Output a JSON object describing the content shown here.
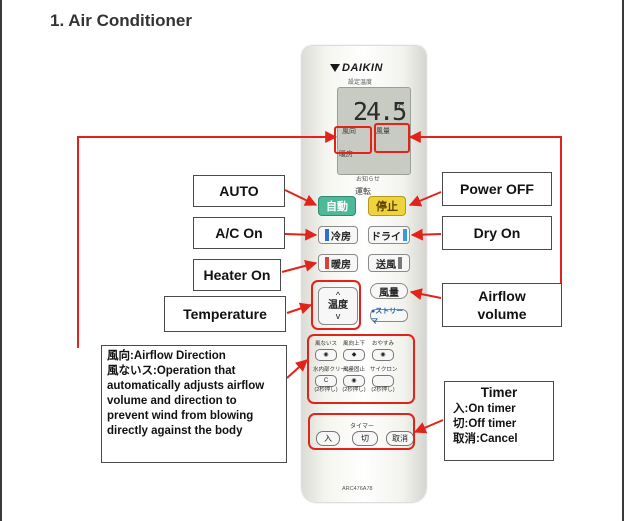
{
  "heading": "1. Air Conditioner",
  "remote": {
    "brand": "DAIKIN",
    "subtitle": "設定温度",
    "temperature": "24.5",
    "unit": "°C",
    "lcd_airflow_dir": "風向",
    "lcd_airflow": "風量",
    "lcd_mode": "暖房",
    "lcd_bottom": "お知らせ",
    "run_label": "運転",
    "btn_auto": "自動",
    "btn_stop": "停止",
    "btn_cool": "冷房",
    "btn_dry": "ドライ",
    "btn_heat": "暖房",
    "btn_fan": "送風",
    "btn_temp": "温度",
    "btn_temp_up": "^",
    "btn_temp_down": "v",
    "btn_airvol": "風量",
    "btn_stream": "●ストリーマ",
    "functions": [
      {
        "label": "風ないス",
        "symbol": "◉",
        "sub": ""
      },
      {
        "label": "風向上下",
        "symbol": "◆",
        "sub": ""
      },
      {
        "label": "おやすみ",
        "symbol": "◉",
        "sub": ""
      },
      {
        "label": "水内部クリーン",
        "symbol": "C",
        "sub": "(2秒押し)"
      },
      {
        "label": "風量固止",
        "symbol": "◉",
        "sub": "(2秒押し)"
      },
      {
        "label": "サイクロン",
        "symbol": "",
        "sub": "(2秒押し)"
      }
    ],
    "timer_caption": "タイマー",
    "timer_on": "入",
    "timer_off": "切",
    "timer_cancel": "取消",
    "model": "ARC476A78"
  },
  "callouts": {
    "auto": "AUTO",
    "ac_on": "A/C On",
    "heater_on": "Heater On",
    "temperature": "Temperature",
    "power_off": "Power OFF",
    "dry_on": "Dry On",
    "airflow_line1": "Airflow",
    "airflow_line2": "volume"
  },
  "description": {
    "line1_jp": "風向",
    "line1_en": ":Airflow Direction",
    "line2_jp": "風ないス",
    "line2_en": ":Operation that automatically adjusts airflow volume and direction to prevent wind from blowing directly against the body"
  },
  "timer": {
    "title": "Timer",
    "on_jp": "入",
    "on_en": ":On timer",
    "off_jp": "切",
    "off_en": ":Off timer",
    "cancel_jp": "取消",
    "cancel_en": ":Cancel"
  },
  "colors": {
    "highlight": "#e2231a",
    "auto_button": "#4db89a",
    "stop_button": "#efd33c",
    "cool_strip": "#2d6ed0",
    "heat_strip": "#d8413a"
  }
}
